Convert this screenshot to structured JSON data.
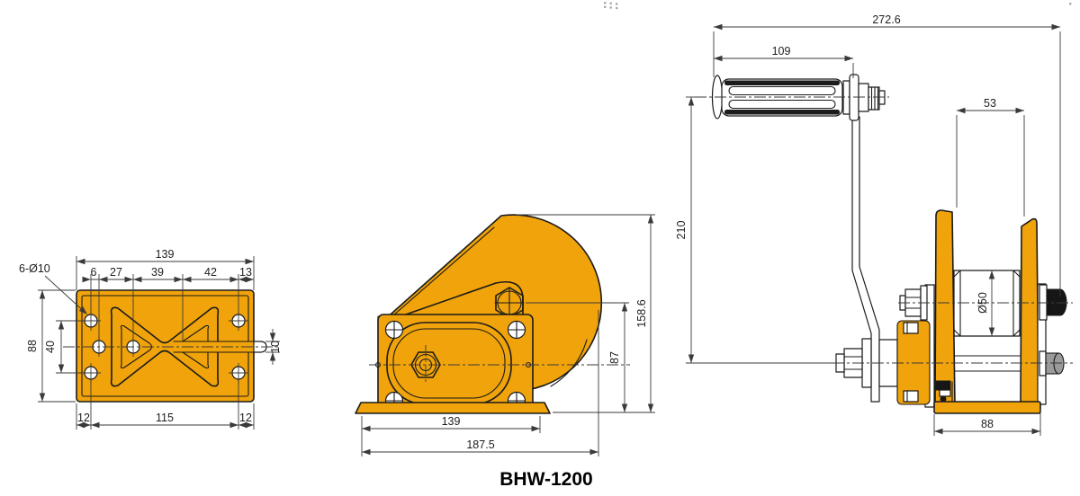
{
  "title": "BHW-1200",
  "colors": {
    "body_orange": "#F0A30A",
    "line": "#1A1A1A",
    "dim_line": "#3A3A3A",
    "dark_fill": "#161616"
  },
  "plan_view": {
    "label_holes": "6-Ø10",
    "dim_total_width": "139",
    "dim_seg_6": "6",
    "dim_seg_27": "27",
    "dim_seg_39": "39",
    "dim_seg_42": "42",
    "dim_seg_13": "13",
    "dim_height": "88",
    "dim_hole_rows": "40",
    "dim_pin": "10",
    "dim_bottom_left": "12",
    "dim_bottom_mid": "115",
    "dim_bottom_right": "12"
  },
  "side_view": {
    "dim_base": "139",
    "dim_overall_length": "187.5",
    "dim_overall_height": "158.6",
    "dim_axle_height": "87"
  },
  "front_view": {
    "dim_overall_width": "272.6",
    "dim_grip_length": "109",
    "dim_flange_gap": "53",
    "dim_handle_drop": "210",
    "dim_drum_dia": "Ø50",
    "dim_frame_width": "88"
  }
}
